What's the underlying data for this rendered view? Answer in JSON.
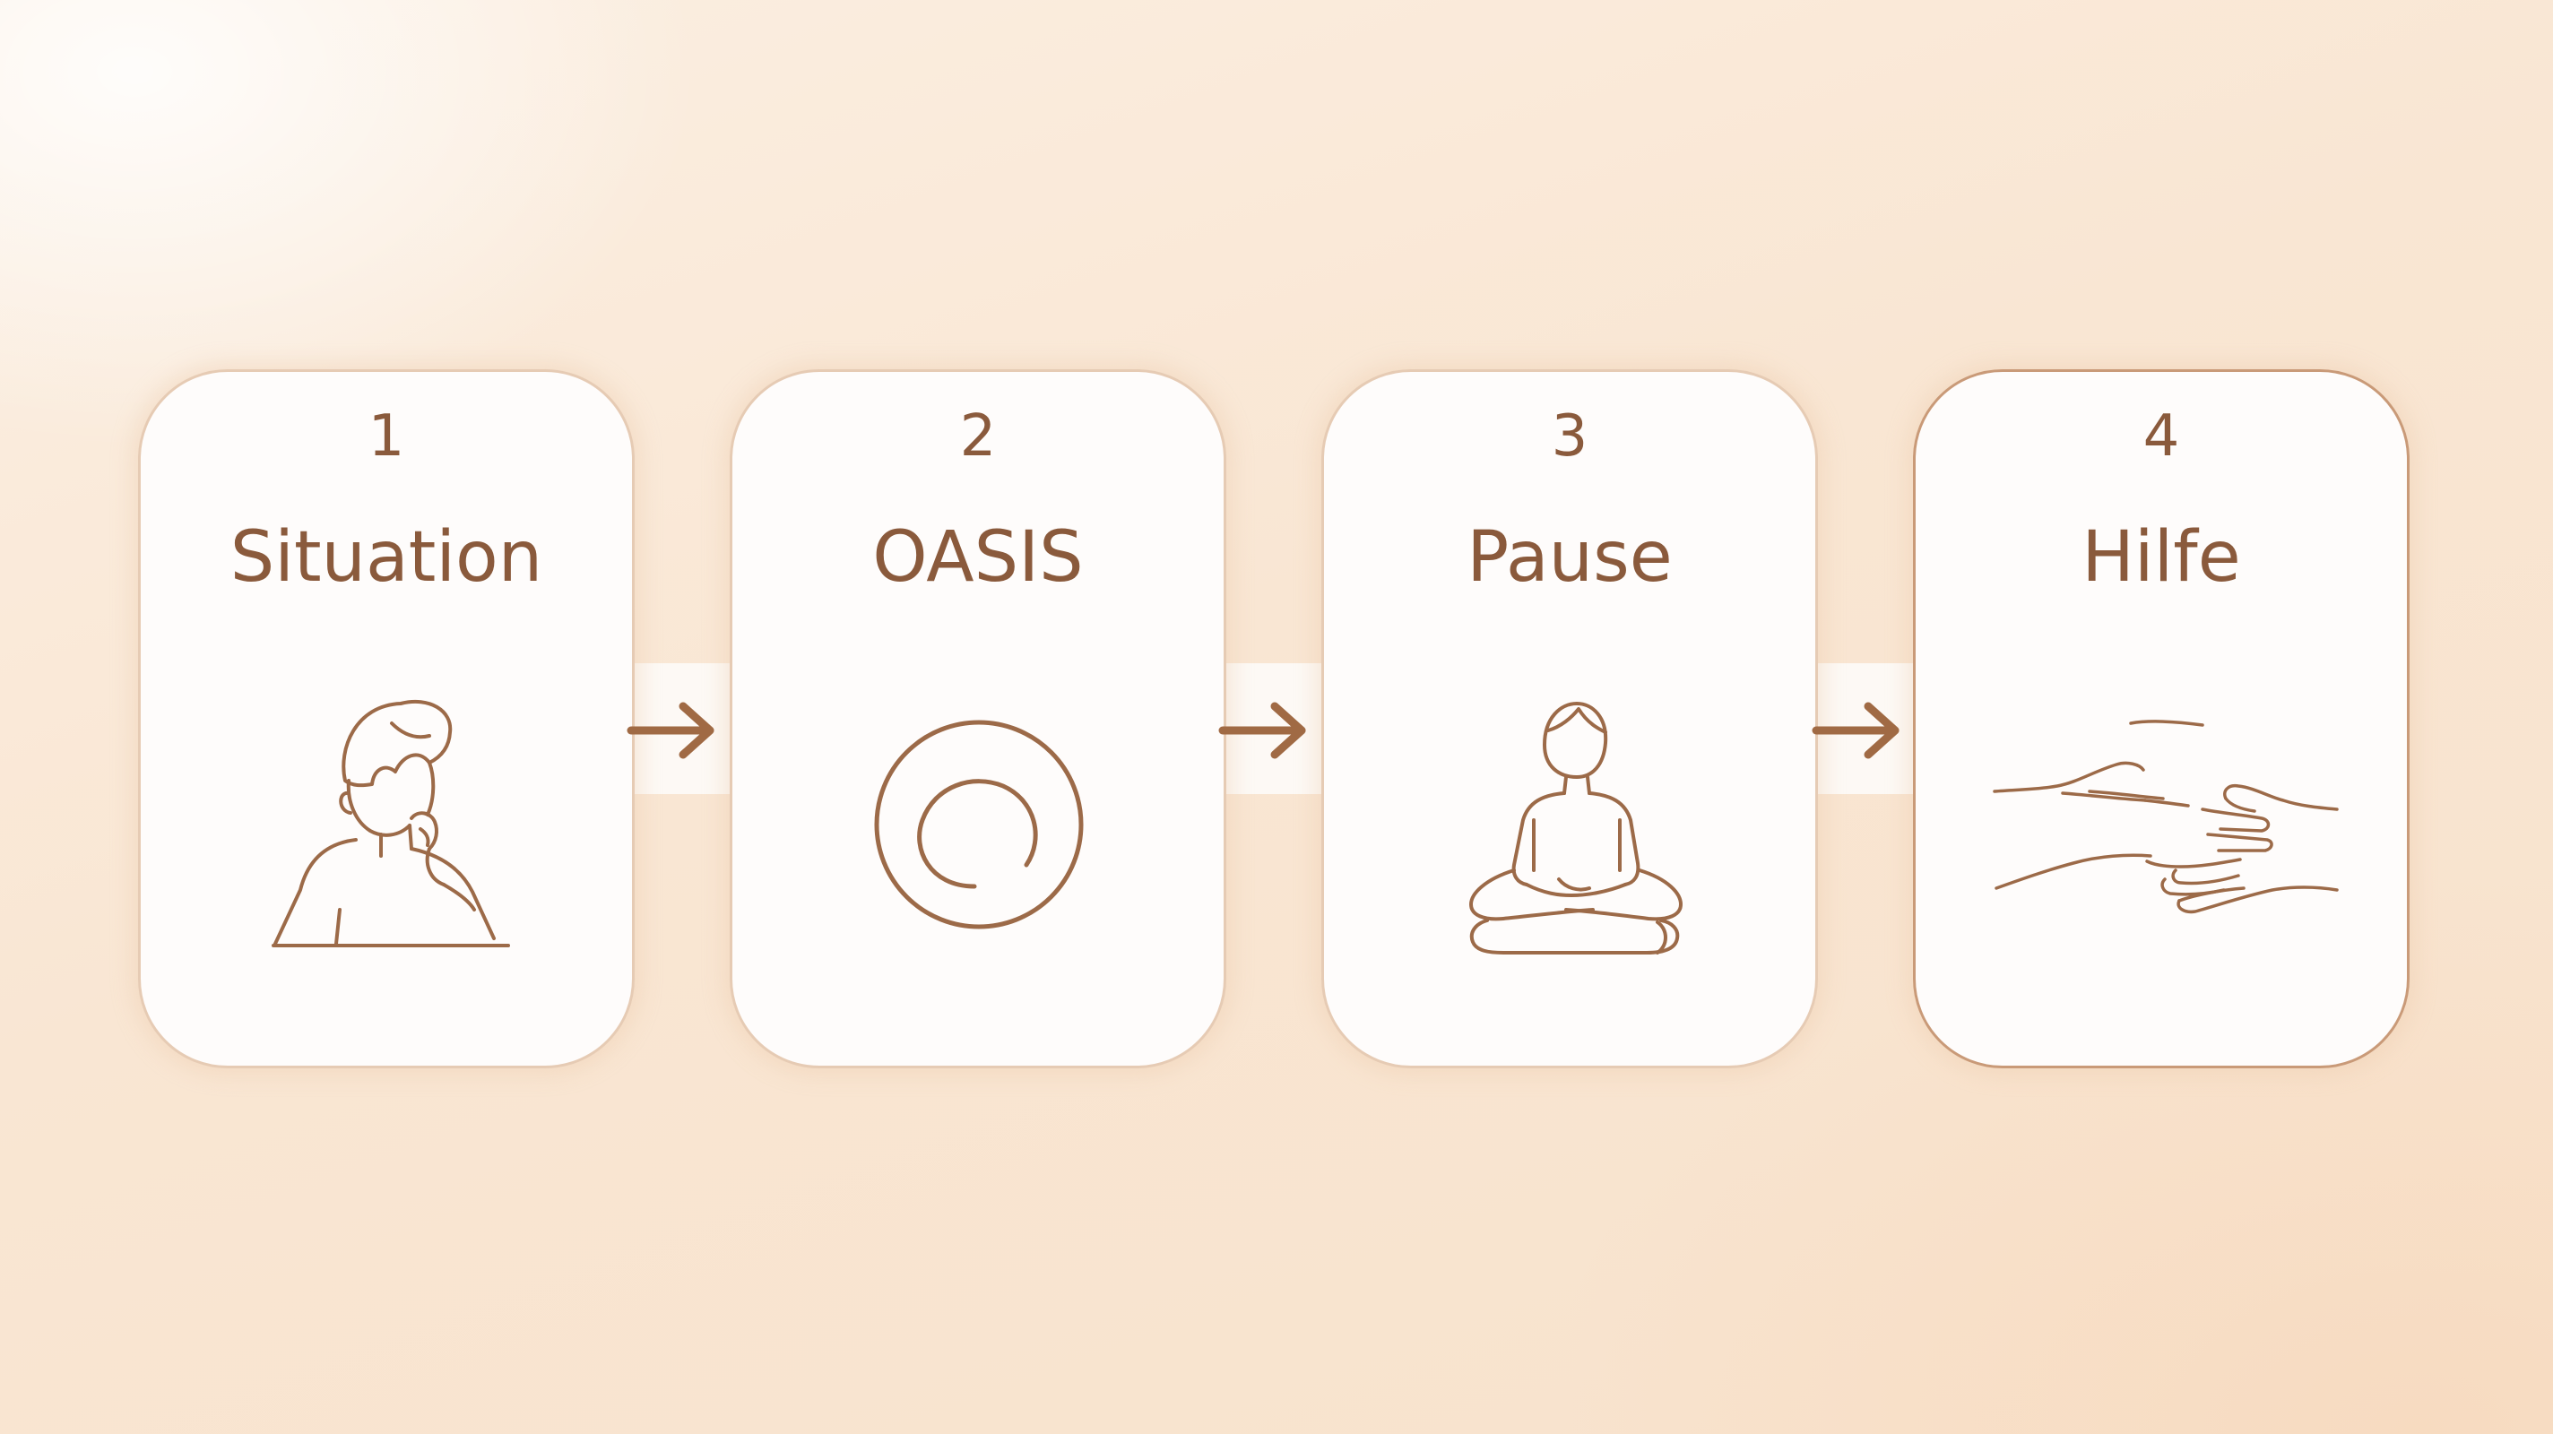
{
  "accent_color": "#9c6a48",
  "steps": [
    {
      "number": "1",
      "title": "Situation",
      "icon": "thinking-person-icon"
    },
    {
      "number": "2",
      "title": "OASIS",
      "icon": "circle-ring-icon"
    },
    {
      "number": "3",
      "title": "Pause",
      "icon": "meditating-person-icon"
    },
    {
      "number": "4",
      "title": "Hilfe",
      "icon": "helping-hands-icon"
    }
  ],
  "arrows": [
    "arrow-right-icon",
    "arrow-right-icon",
    "arrow-right-icon"
  ]
}
